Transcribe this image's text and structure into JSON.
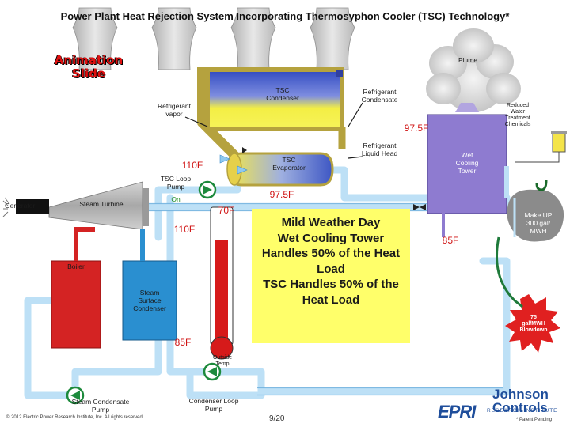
{
  "title": "Power Plant Heat Rejection System Incorporating Thermosyphon Cooler (TSC) Technology*",
  "animation_badge": "Animation\nSlide",
  "labels": {
    "plume": "Plume",
    "tsc_condenser": "TSC\nCondenser",
    "refrigerant_vapor": "Refrigerant\nvapor",
    "refrigerant_condensate": "Refrigerant\nCondensate",
    "reduced_water_treatment": "Reduced\nWater\nTreatment\nChemicals",
    "refrigerant_liquid_head": "Refrigerant\nLiquid Head",
    "tsc_evaporator": "TSC\nEvaporator",
    "wet_cooling_tower": "Wet\nCooling\nTower",
    "tsc_loop_pump": "TSC Loop\nPump",
    "tsc_loop_pump_state": "On",
    "generator": "Generator",
    "steam_turbine": "Steam Turbine",
    "boiler": "Boiler",
    "steam_surface_condenser": "Steam\nSurface\nCondenser",
    "outside_temp": "Outside\nTemp",
    "steam_condensate_pump": "Steam Condensate\nPump",
    "condenser_loop_pump": "Condenser Loop\nPump",
    "make_up": "Make UP\n300 gal/\nMWH",
    "blowdown": "75\ngal/MWH\nBlowdown"
  },
  "temperatures": {
    "t_97_5_top": "97.5F",
    "t_110_tsc": "110F",
    "t_97_5_mid": "97.5F",
    "t_70_outside": "70F",
    "t_110_condenser": "110F",
    "t_85_tower": "85F",
    "t_85_condenser": "85F"
  },
  "thermometer_fill_fraction": 0.78,
  "heat_message": "Mild Weather Day\nWet Cooling Tower\nHandles 50% of the Heat\nLoad\nTSC Handles 50% of the\nHeat Load",
  "footer": {
    "copyright": "© 2012 Electric Power Research Institute, Inc. All rights reserved.",
    "page": "9/20",
    "patent": "* Patent Pending",
    "jci_name": "Johnson\nControls",
    "epri_name": "EPRI",
    "epri_sub": "RESEARCH INSTITUTE"
  },
  "colors": {
    "pipe": "#bde0f6",
    "pipe_edge": "#5aa6d6",
    "olive": "#b5a23e",
    "tsc_blue": "#3a58c8",
    "tsc_yellow": "#f2f03c",
    "tower_purple": "#8e7bd0",
    "boiler_red": "#d42323",
    "condenser_blue": "#2a8fd0",
    "turbine_gray": "#b9b9b9",
    "pump_green": "#1d8a3c",
    "thermo_red": "#d61a1a",
    "heatbox_yellow": "#ffff6a"
  }
}
